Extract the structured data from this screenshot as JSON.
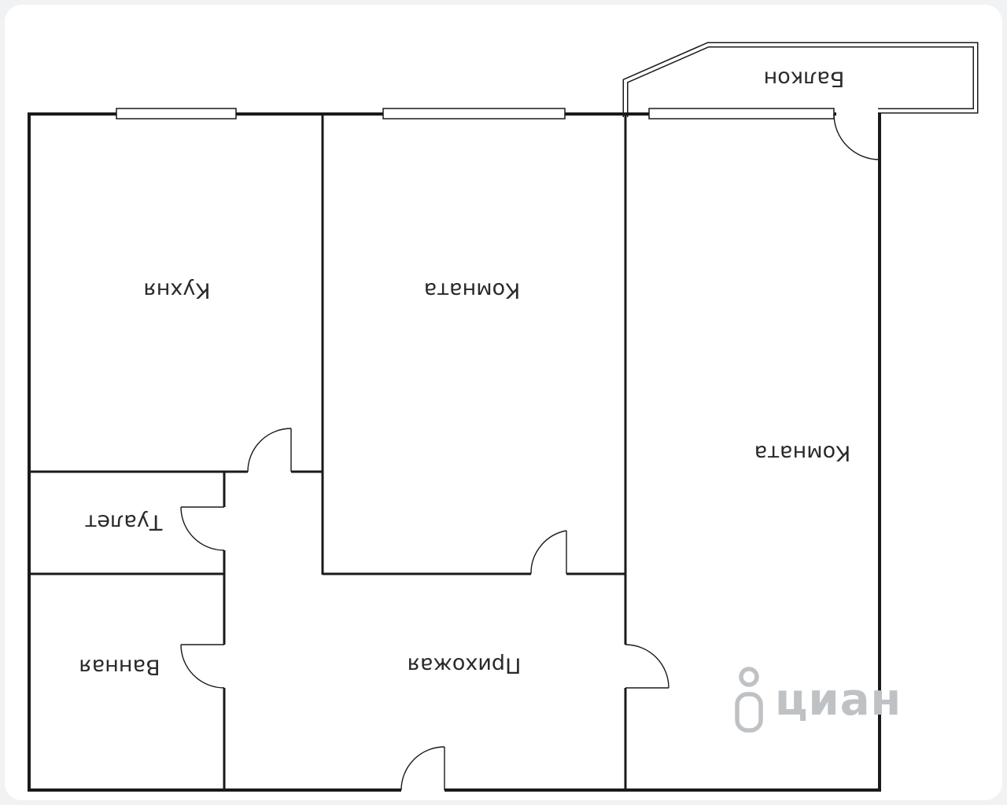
{
  "page": {
    "background": "#f1f2f3",
    "canvas_background": "#ffffff"
  },
  "floorplan": {
    "type": "apartment-floor-plan",
    "label_rotation_deg": 180,
    "rooms": [
      {
        "name": "kitchen",
        "label": "Кухня"
      },
      {
        "name": "room-middle",
        "label": "Комната"
      },
      {
        "name": "room-right",
        "label": "Комната"
      },
      {
        "name": "toilet",
        "label": "Туалет"
      },
      {
        "name": "bathroom",
        "label": "Ванная"
      },
      {
        "name": "hallway",
        "label": "Прихожая"
      },
      {
        "name": "balcony",
        "label": "Балкон"
      }
    ],
    "features": {
      "windows": 3,
      "doors": 7,
      "balcony": true
    },
    "colors": {
      "wall": "#1a1a1a",
      "label": "#2a2a2a",
      "window_fill": "#ffffff",
      "watermark": "#bfc2c4"
    }
  },
  "watermark": {
    "brand": "циан",
    "icon": "person-icon"
  }
}
